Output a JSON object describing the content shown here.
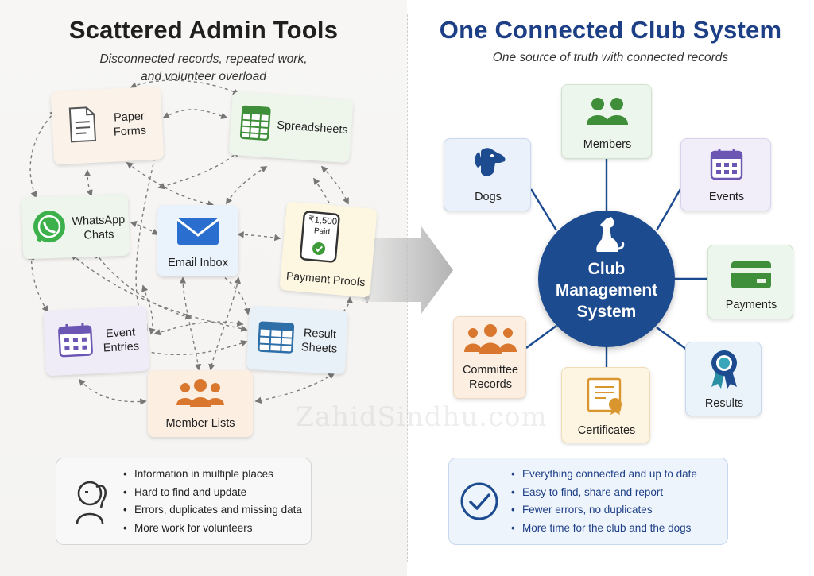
{
  "left": {
    "title": "Scattered Admin Tools",
    "subtitle_line1": "Disconnected records, repeated work,",
    "subtitle_line2": "and volunteer overload",
    "tools": {
      "paper_forms": [
        "Paper",
        "Forms"
      ],
      "spreadsheets": "Spreadsheets",
      "whatsapp": [
        "WhatsApp",
        "Chats"
      ],
      "email": "Email Inbox",
      "payment_amount": "₹1,500",
      "payment_status": "Paid",
      "payment_label": "Payment Proofs",
      "event_entries": [
        "Event",
        "Entries"
      ],
      "result_sheets": [
        "Result",
        "Sheets"
      ],
      "member_lists": "Member Lists"
    },
    "problems": [
      "Information in multiple places",
      "Hard to find and update",
      "Errors, duplicates and missing data",
      "More work for volunteers"
    ]
  },
  "right": {
    "title": "One Connected Club System",
    "subtitle": "One source of truth with connected records",
    "hub": [
      "Club",
      "Management",
      "System"
    ],
    "modules": {
      "dogs": "Dogs",
      "members": "Members",
      "events": "Events",
      "payments": "Payments",
      "results": "Results",
      "certificates": "Certificates",
      "committee": [
        "Committee",
        "Records"
      ]
    },
    "benefits": [
      "Everything connected and up to date",
      "Easy to find, share and report",
      "Fewer errors, no duplicates",
      "More time for the club and the dogs"
    ]
  },
  "watermark": "ZahidSindhu.com",
  "colors": {
    "navy": "#1c4b8f",
    "title_navy": "#1d3f86",
    "green": "#3f8f3a",
    "orange": "#d9772e",
    "purple": "#6b56b3",
    "blue": "#2a6ecf"
  },
  "icons": {
    "paper_forms": "document-icon",
    "spreadsheets": "spreadsheet-icon",
    "whatsapp": "whatsapp-icon",
    "email": "envelope-icon",
    "payment": "phone-receipt-icon",
    "event_entries": "calendar-icon",
    "result_sheets": "table-icon",
    "member_lists": "people-icon",
    "problems": "stressed-person-icon",
    "dogs": "dog-head-icon",
    "members": "people-icon",
    "events": "calendar-icon",
    "payments": "credit-card-icon",
    "results": "ribbon-medal-icon",
    "certificates": "certificate-icon",
    "committee": "group-icon",
    "hub": "sitting-dog-icon",
    "benefits": "check-circle-icon",
    "arrow": "right-arrow-icon"
  }
}
